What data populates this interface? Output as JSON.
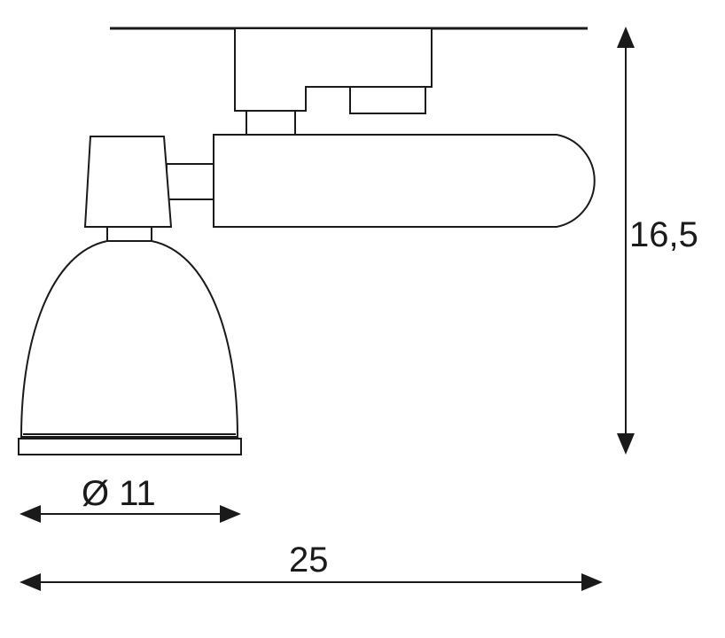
{
  "dimensions": {
    "height_label": "16,5",
    "diameter_label": "Ø 11",
    "width_label": "25"
  },
  "colors": {
    "line": "#1a1a1a",
    "background": "#ffffff"
  }
}
